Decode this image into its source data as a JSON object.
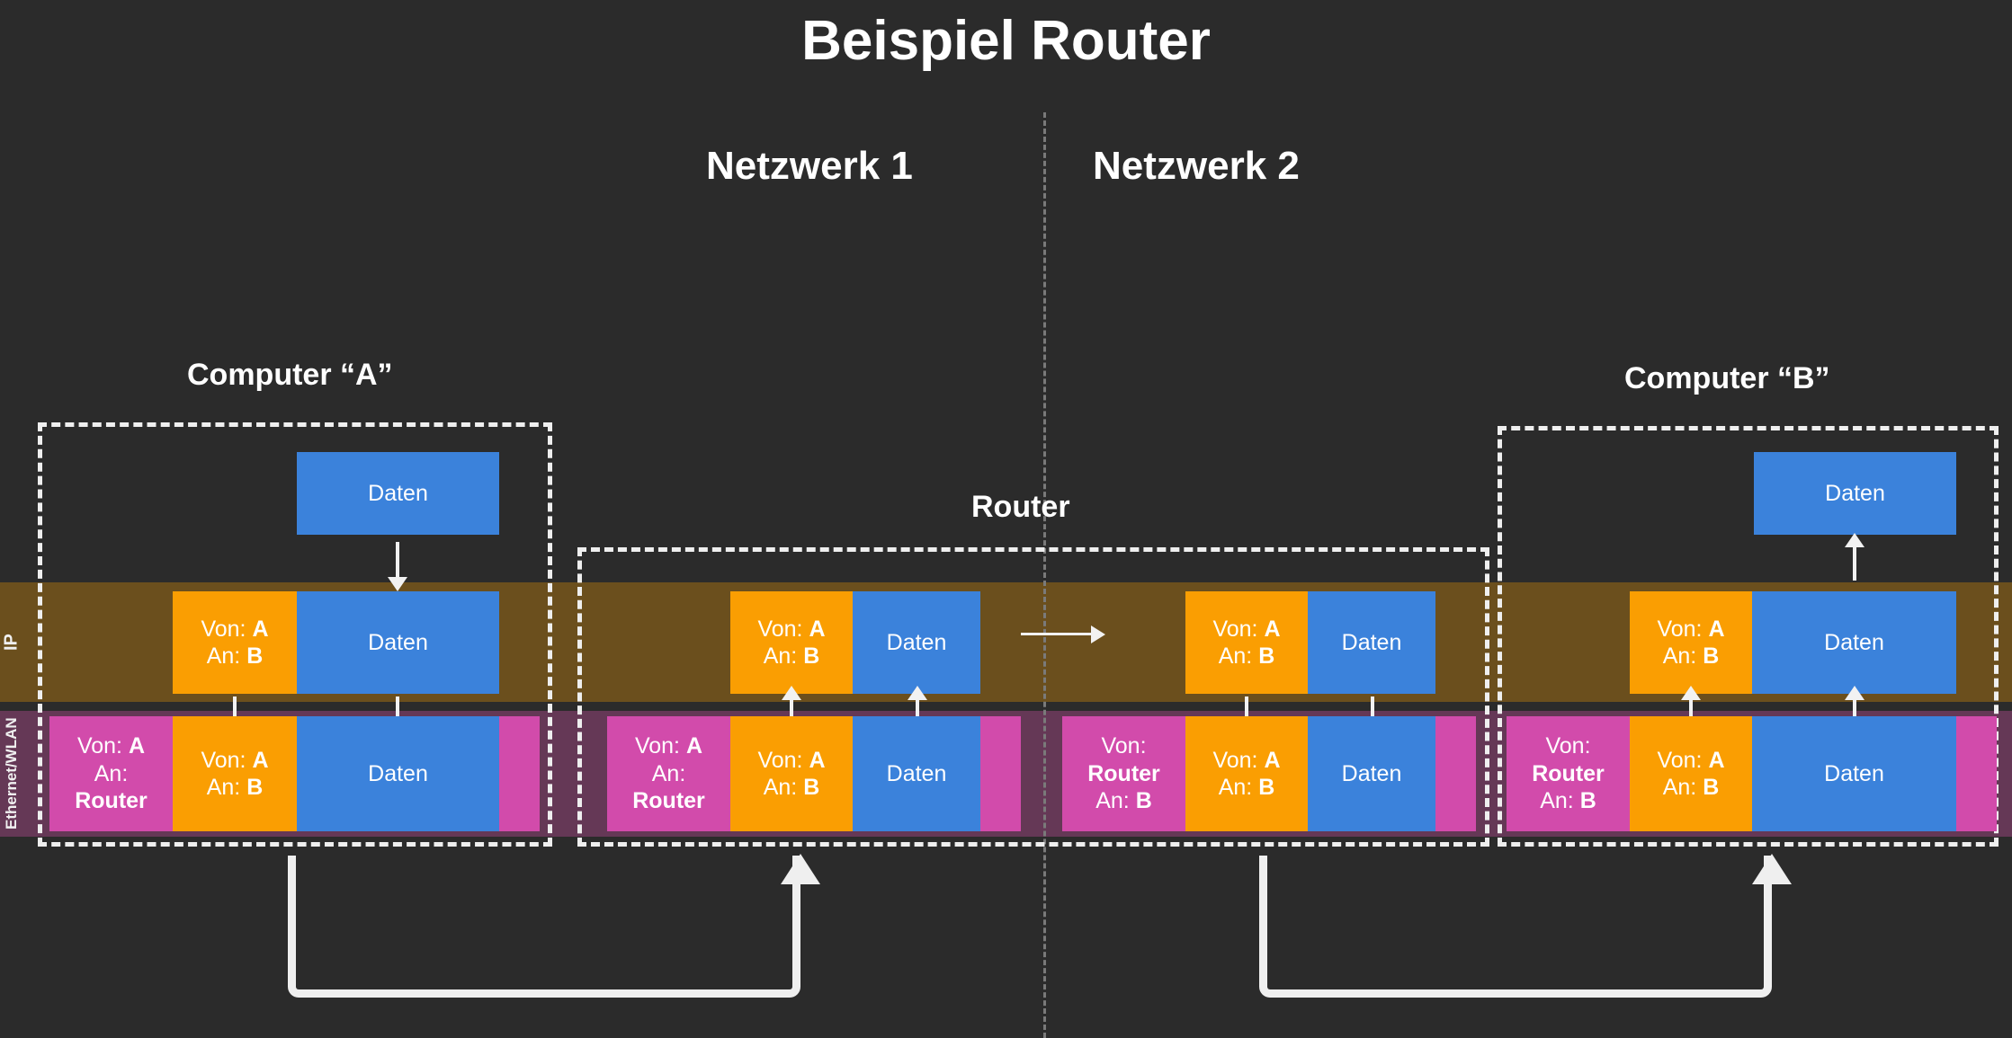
{
  "diagram": {
    "title": "Beispiel Router",
    "networks": [
      {
        "label": "Netzwerk 1"
      },
      {
        "label": "Netzwerk 2"
      }
    ],
    "layers": [
      {
        "id": "ip",
        "label": "IP",
        "color": "#6B4F1D"
      },
      {
        "id": "eth",
        "label": "Ethernet/WLAN",
        "color": "#653856"
      }
    ],
    "palette": {
      "background": "#2B2B2B",
      "data_blue": "#3B82DB",
      "ip_orange": "#FA9E02",
      "eth_magenta": "#D24BAB",
      "ip_band": "#6B4F1D",
      "eth_band": "#653856",
      "stroke_white": "#EFEFEF",
      "divider_gray": "#7A7A7A"
    },
    "nodes": [
      {
        "id": "computer-a",
        "title": "Computer “A”",
        "network": "Netzwerk 1",
        "rows": {
          "app": {
            "data_label": "Daten"
          },
          "ip": {
            "header": "Von: A\nAn: B",
            "header_from": "Von:",
            "header_from_value": "A",
            "header_to": "An:",
            "header_to_value": "B",
            "data_label": "Daten"
          },
          "eth": {
            "header_from": "Von:",
            "header_from_value": "A",
            "header_to": "An:",
            "header_to_value": "Router",
            "inner_ip_from": "Von:",
            "inner_ip_from_value": "A",
            "inner_ip_to": "An:",
            "inner_ip_to_value": "B",
            "data_label": "Daten",
            "has_trailer": true
          }
        }
      },
      {
        "id": "router",
        "title": "Router",
        "network": "both",
        "in_rows": {
          "ip": {
            "header_from": "Von:",
            "header_from_value": "A",
            "header_to": "An:",
            "header_to_value": "B",
            "data_label": "Daten"
          },
          "eth": {
            "header_from": "Von:",
            "header_from_value": "A",
            "header_to": "An:",
            "header_to_value": "Router",
            "inner_ip_from": "Von:",
            "inner_ip_from_value": "A",
            "inner_ip_to": "An:",
            "inner_ip_to_value": "B",
            "data_label": "Daten",
            "has_trailer": true
          }
        },
        "out_rows": {
          "ip": {
            "header_from": "Von:",
            "header_from_value": "A",
            "header_to": "An:",
            "header_to_value": "B",
            "data_label": "Daten"
          },
          "eth": {
            "header_from": "Von:",
            "header_from_value": "Router",
            "header_to": "An:",
            "header_to_value": "B",
            "inner_ip_from": "Von:",
            "inner_ip_from_value": "A",
            "inner_ip_to": "An:",
            "inner_ip_to_value": "B",
            "data_label": "Daten",
            "has_trailer": true
          }
        },
        "transit_arrow": "→"
      },
      {
        "id": "computer-b",
        "title": "Computer “B”",
        "network": "Netzwerk 2",
        "rows": {
          "app": {
            "data_label": "Daten"
          },
          "ip": {
            "header_from": "Von:",
            "header_from_value": "A",
            "header_to": "An:",
            "header_to_value": "B",
            "data_label": "Daten"
          },
          "eth": {
            "header_from": "Von:",
            "header_from_value": "Router",
            "header_to": "An:",
            "header_to_value": "B",
            "inner_ip_from": "Von:",
            "inner_ip_from_value": "A",
            "inner_ip_to": "An:",
            "inner_ip_to_value": "B",
            "data_label": "Daten",
            "has_trailer": true
          }
        }
      }
    ]
  }
}
